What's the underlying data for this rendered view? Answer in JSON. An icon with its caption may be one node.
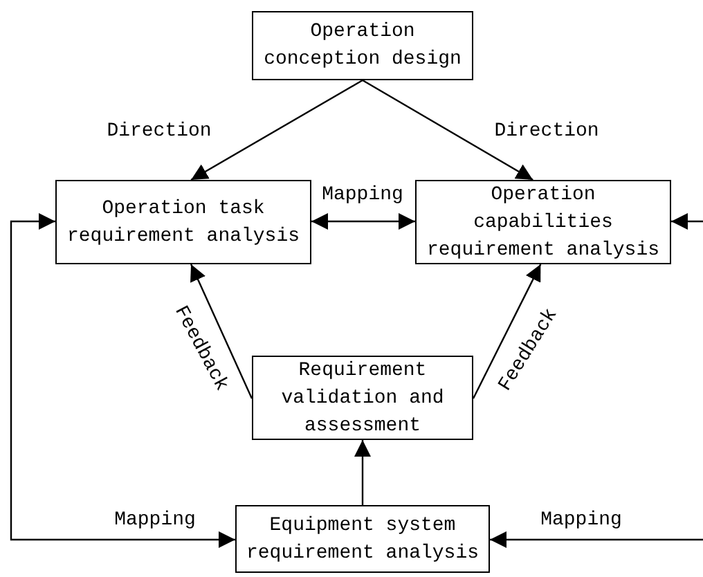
{
  "diagram": {
    "nodes": [
      {
        "text": [
          "Operation conception design"
        ]
      },
      {
        "text": [
          "Operation task requirement analysis"
        ]
      },
      {
        "text": [
          "Operation capabilities requirement analysis"
        ]
      },
      {
        "text": [
          "Requirement validation and assessment"
        ]
      },
      {
        "text": [
          "Equipment system requirement analysis"
        ]
      }
    ],
    "edges": [
      {
        "from": 0,
        "to": 1,
        "arrow": "to",
        "label": "Direction"
      },
      {
        "from": 0,
        "to": 2,
        "arrow": "to",
        "label": "Direction"
      },
      {
        "from": 1,
        "to": 2,
        "arrow": "both",
        "label": "Mapping"
      },
      {
        "from": 3,
        "to": 1,
        "arrow": "to",
        "label": "Feedback"
      },
      {
        "from": 3,
        "to": 2,
        "arrow": "to",
        "label": "Feedback"
      },
      {
        "from": 4,
        "to": 3,
        "arrow": "to"
      },
      {
        "from": 4,
        "to": 1,
        "arrow": "both",
        "label": "Mapping"
      },
      {
        "from": null,
        "to": 4,
        "arrow": "to",
        "label": "Mapping"
      },
      {
        "from": null,
        "to": 2,
        "arrow": "to"
      }
    ]
  }
}
